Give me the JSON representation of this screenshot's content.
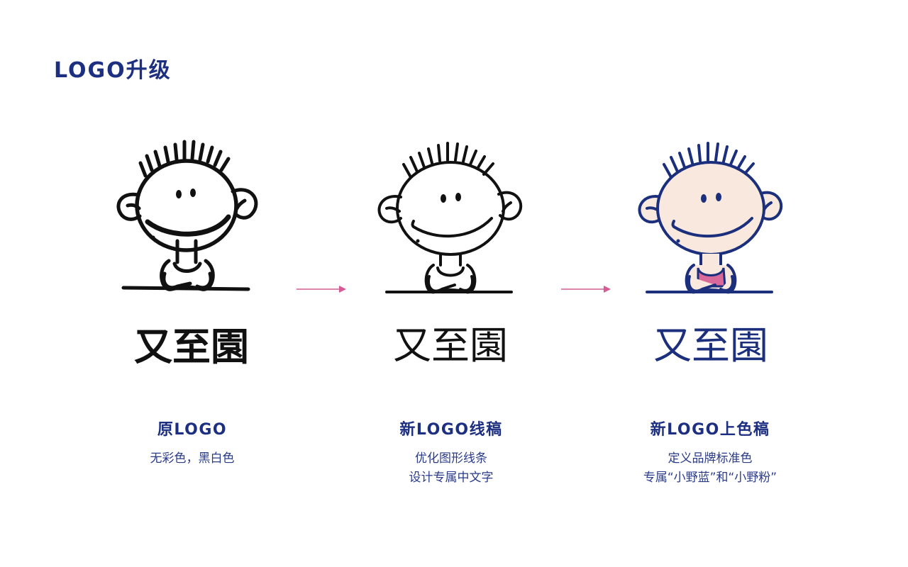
{
  "page": {
    "title": "LOGO升级"
  },
  "colors": {
    "brand_blue": "#1c2f80",
    "line_blue": "#1b2f7c",
    "skin": "#f8e8de",
    "pink": "#d9699a",
    "arrow": "#d65a93",
    "black": "#111111"
  },
  "logos": [
    {
      "id": "original",
      "wordmark": "又至園",
      "caption_title": "原LOGO",
      "caption_lines": [
        "无彩色，黑白色"
      ]
    },
    {
      "id": "line-draft",
      "wordmark": "又至園",
      "caption_title": "新LOGO线稿",
      "caption_lines": [
        "优化图形线条",
        "设计专属中文字"
      ]
    },
    {
      "id": "color-draft",
      "wordmark": "又至園",
      "caption_title": "新LOGO上色稿",
      "caption_lines": [
        "定义品牌标准色",
        "专属“小野蓝”和“小野粉”"
      ]
    }
  ],
  "arrows": [
    {
      "from": "original",
      "to": "line-draft"
    },
    {
      "from": "line-draft",
      "to": "color-draft"
    }
  ]
}
